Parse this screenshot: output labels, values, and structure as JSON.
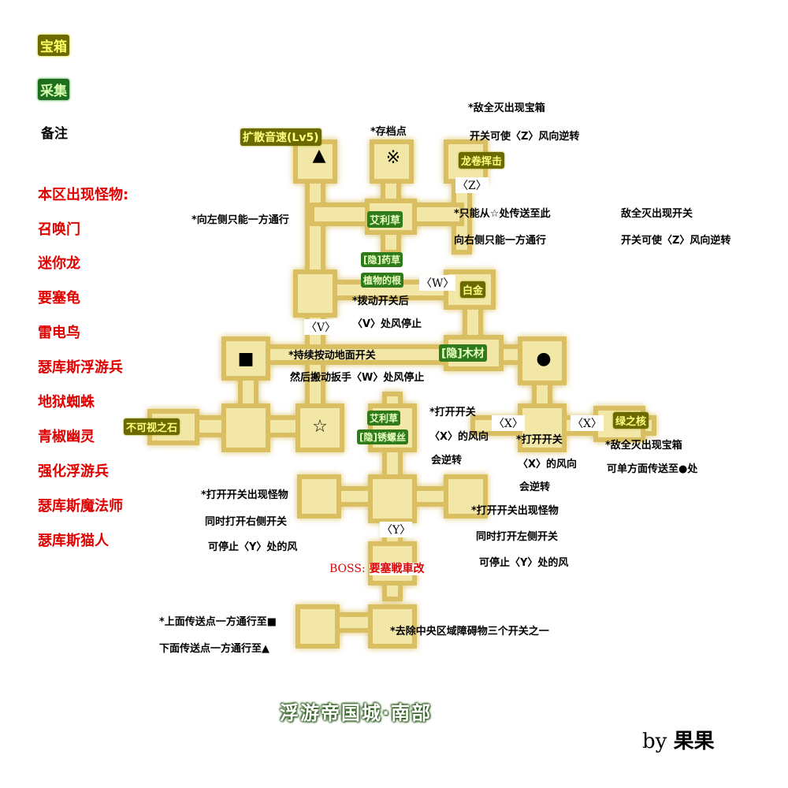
{
  "legend": {
    "treasure": "宝箱",
    "gather": "采集",
    "note": "备注"
  },
  "monsters": {
    "header": "本区出现怪物:",
    "list": [
      "召唤门",
      "迷你龙",
      "要塞龟",
      "雷电鸟",
      "瑟库斯浮游兵",
      "地狱蜘蛛",
      "青椒幽灵",
      "强化浮游兵",
      "瑟库斯魔法师",
      "瑟库斯猫人"
    ]
  },
  "rooms": {
    "spread_sound": "扩散音速(Lv5)",
    "save_point": "*存档点",
    "tornado": "龙卷挥击",
    "erlicao_top": "艾利草",
    "hidden_herb": "[隐]药草",
    "plant_root": "植物的根",
    "platinum": "白金",
    "hidden_wood": "[隐]木材",
    "invisible_stone": "不可视之石",
    "erlicao_mid": "艾利草",
    "hidden_screw": "[隐]锈螺丝",
    "green_core": "绿之核"
  },
  "symbols": {
    "triangle": "▲",
    "kome": "※",
    "square": "■",
    "star": "☆",
    "circle": "●"
  },
  "brackets": {
    "z": "〈Z〉",
    "w": "〈W〉",
    "v": "〈V〉",
    "x1": "〈X〉",
    "x2": "〈X〉",
    "y": "〈Y〉"
  },
  "notes": {
    "enemy_chest_top": "*敌全灭出现宝箱",
    "switch_z_top": "开关可使〈Z〉风向逆转",
    "left_oneway": "*向左侧只能一方通行",
    "only_from_star": "*只能从☆处传送至此",
    "enemy_switch": "敌全灭出现开关",
    "right_oneway": "向右侧只能一方通行",
    "switch_z_right": "开关可使〈Z〉风向逆转",
    "pull_switch": "*拨动开关后",
    "v_wind_stop": "〈V〉处风停止",
    "hold_floor": "*持续按动地面开关",
    "then_wrench": "然后搬动扳手〈W〉处风停止",
    "open_switch_a1": "*打开开关",
    "open_switch_a2": "〈X〉的风向",
    "open_switch_a3": "会逆转",
    "open_switch_b1": "*打开开关",
    "open_switch_b2": "〈X〉的风向",
    "open_switch_b3": "会逆转",
    "green_chest1": "*敌全灭出现宝箱",
    "green_chest2": "可单方面传送至●处",
    "left_monster1": "*打开开关出现怪物",
    "left_monster2": "同时打开右侧开关",
    "left_monster3": "可停止〈Y〉处的风",
    "right_monster1": "*打开开关出现怪物",
    "right_monster2": "同时打开左侧开关",
    "right_monster3": "可停止〈Y〉处的风",
    "teleport_up": "*上面传送点一方通行至■",
    "teleport_down": "下面传送点一方通行至▲",
    "remove_obstacle": "*去除中央区域障碍物三个开关之一"
  },
  "boss": {
    "prefix": "BOSS:",
    "name": "要塞戦車改"
  },
  "title": "浮游帝国城·南部",
  "author": {
    "by": "by",
    "name": "果果"
  },
  "colors": {
    "room_fill": "#f3e7a8",
    "room_glow": "#e2c970",
    "monster_red": "#e00000",
    "chip_yellow": "#6b6b00",
    "chip_green": "#1f6e1f"
  }
}
